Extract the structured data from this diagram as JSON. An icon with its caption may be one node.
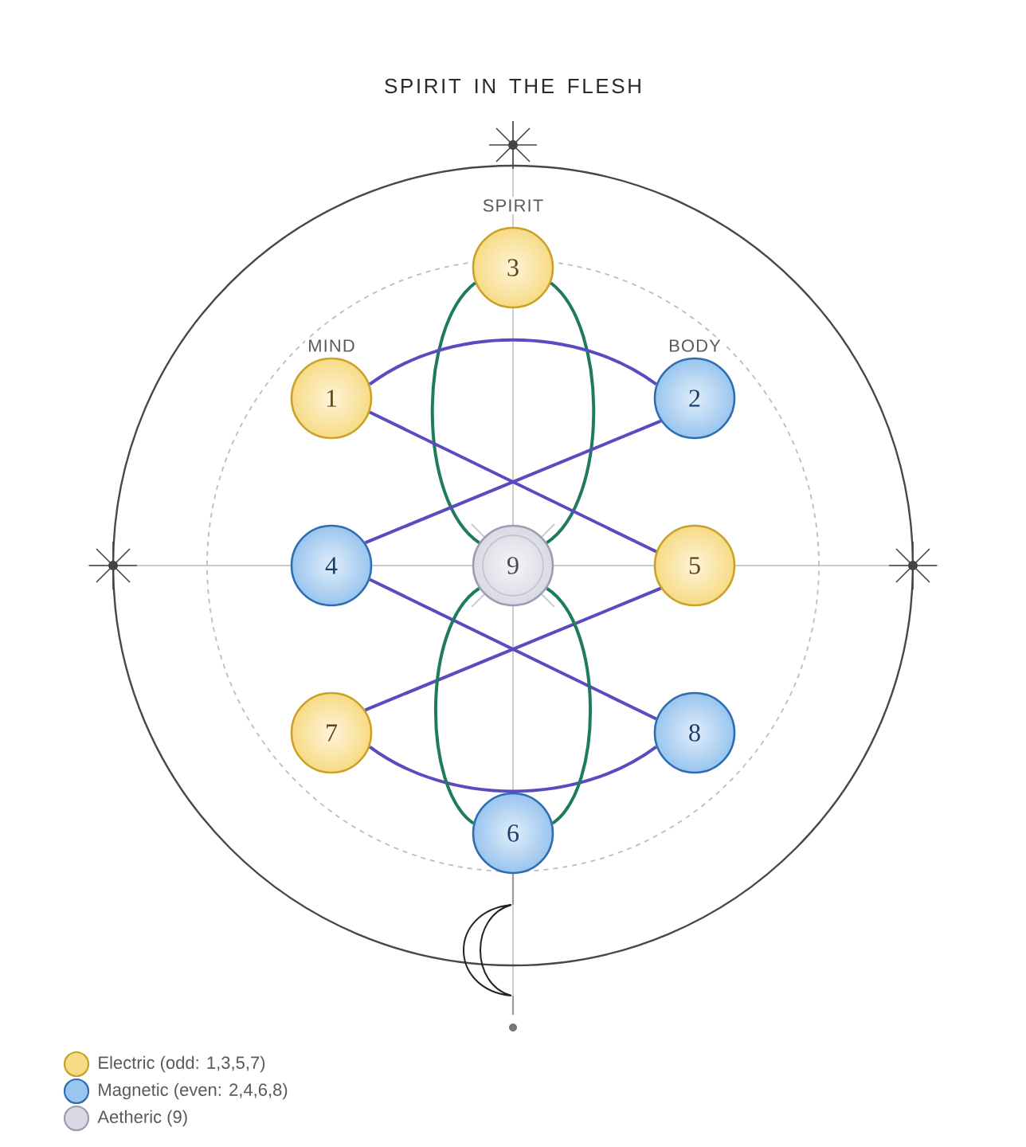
{
  "diagram": {
    "title": "SPIRIT IN THE FLESH",
    "nodes": [
      {
        "text": [
          "3"
        ],
        "beside": [
          "SPIRIT"
        ]
      },
      {
        "text": [
          "1"
        ],
        "beside": [
          "MIND"
        ]
      },
      {
        "text": [
          "2"
        ],
        "beside": [
          "BODY"
        ]
      },
      {
        "text": [
          "4"
        ]
      },
      {
        "text": [
          "9"
        ]
      },
      {
        "text": [
          "5"
        ]
      },
      {
        "text": [
          "7"
        ]
      },
      {
        "text": [
          "8"
        ]
      },
      {
        "text": [
          "6"
        ]
      }
    ],
    "edges": [
      {
        "from": 0,
        "to": 4,
        "arrow": "none",
        "color": "#1E7B5E"
      },
      {
        "from": 0,
        "to": 4,
        "arrow": "none",
        "color": "#1E7B5E"
      },
      {
        "from": 1,
        "to": 2,
        "arrow": "none",
        "color": "#5A4BBF"
      },
      {
        "from": 1,
        "to": 5,
        "arrow": "none",
        "color": "#5A4BBF"
      },
      {
        "from": 3,
        "to": 2,
        "arrow": "none",
        "color": "#5A4BBF"
      },
      {
        "from": 3,
        "to": 7,
        "arrow": "none",
        "color": "#5A4BBF"
      },
      {
        "from": 6,
        "to": 5,
        "arrow": "none",
        "color": "#5A4BBF"
      },
      {
        "from": 6,
        "to": 7,
        "arrow": "none",
        "color": "#5A4BBF"
      },
      {
        "from": 4,
        "to": 8,
        "arrow": "none",
        "color": "#1E7B5E"
      },
      {
        "from": 4,
        "to": 8,
        "arrow": "none",
        "color": "#1E7B5E"
      }
    ],
    "legend": [
      {
        "text": "Electric (odd: 1,3,5,7)",
        "color": "#F8DB86"
      },
      {
        "text": "Magnetic (even: 2,4,6,8)",
        "color": "#9AC5EE"
      },
      {
        "text": "Aetheric (9)",
        "color": "#DADAE4"
      }
    ]
  }
}
